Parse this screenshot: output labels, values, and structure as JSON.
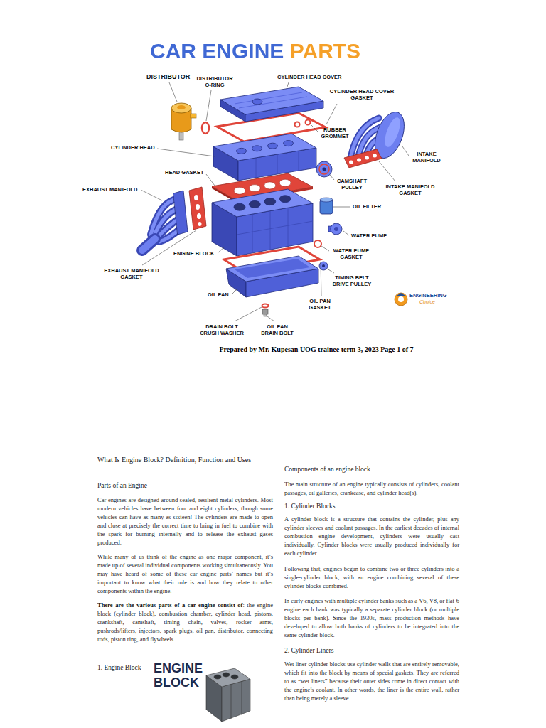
{
  "diagram": {
    "title": "CAR ENGINE PARTS",
    "caption": "Prepared by Mr. Kupesan UOG trainee term 3, 2023 Page 1 of 7",
    "labels": [
      "DISTRIBUTOR",
      "DISTRIBUTOR O-RING",
      "CYLINDER HEAD COVER",
      "CYLINDER HEAD COVER GASKET",
      "RUBBER GROMMET",
      "CYLINDER HEAD",
      "INTAKE MANIFOLD",
      "CAMSHAFT PULLEY",
      "HEAD GASKET",
      "INTAKE MANIFOLD GASKET",
      "EXHAUST MANIFOLD",
      "OIL FILTER",
      "WATER PUMP",
      "ENGINE BLOCK",
      "WATER PUMP GASKET",
      "EXHAUST MANIFOLD GASKET",
      "TIMING BELT DRIVE PULLEY",
      "OIL PAN",
      "OIL PAN GASKET",
      "DRAIN BOLT CRUSH WASHER",
      "OIL PAN DRAIN BOLT",
      "ENGINEERING",
      "Choice",
      "What Is Engine Block? Definition, Function and Uses",
      "Parts of an Engine",
      "Car engines are designed around sealed, resilient metal cylinders. Most modern vehicles have between four and eight cylinders, though some vehicles can have as many as sixteen! The cylinders are made to open and close at precisely the correct time to bring in fuel to combine with the spark for burning internally and to release the exhaust gases produced.",
      "While many of us think of the engine as one major component, it’s made up of several individual components working simultaneously. You may have heard of some of these car engine parts’ names but it’s important to know what their role is and how they relate to other components within the engine.",
      "There are the various parts of a car engine consist of",
      ": the engine block (cylinder block), combustion chamber, cylinder head, pistons, crankshaft, camshaft, timing chain, valves, rocker arms, pushrods/lifters, injectors, spark plugs, oil pan, distributor, connecting rods, piston ring, and flywheels.",
      "1. Engine Block",
      "ENGINE BLOCK",
      "Components of an engine block",
      "The main structure of an engine typically consists of cylinders, coolant passages, oil galleries, crankcase, and cylinder head(s).",
      "1. Cylinder Blocks",
      "A cylinder block is a structure that contains the cylinder, plus any cylinder sleeves and coolant passages. In the earliest decades of internal combustion engine development, cylinders were usually cast individually. Cylinder blocks were usually produced individually for each cylinder.",
      "Following that, engines began to combine two or three cylinders into a single-cylinder block, with an engine combining several of these cylinder blocks combined.",
      "In early engines with multiple cylinder banks such as a V6, V8, or flat-6 engine each bank was typically a separate cylinder block (or multiple blocks per bank). Since the 1930s, mass production methods have developed to allow both banks of cylinders to be integrated into the same cylinder block.",
      "2. Cylinder Liners",
      "Wet liner cylinder blocks use cylinder walls that are entirely removable, which fit into the block by means of special gaskets. They are referred to as “wet liners” because their outer sides come in direct contact with the engine’s coolant. In other words, the liner is the entire wall, rather than being merely a sleeve."
    ]
  }
}
